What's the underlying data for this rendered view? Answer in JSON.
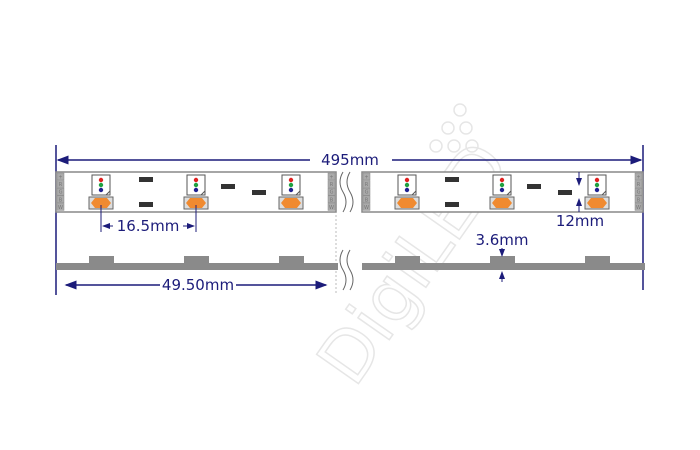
{
  "dimensions": {
    "total_length": "495mm",
    "led_pitch": "16.5mm",
    "strip_width": "12mm",
    "thickness": "3.6mm",
    "segment_length": "49.50mm"
  },
  "pad_labels": [
    "+",
    "R",
    "G",
    "B",
    "W"
  ],
  "watermark": "DigiLED",
  "colors": {
    "dimension_line": "#1c1c7a",
    "led_red": "#e02020",
    "led_green": "#20a040",
    "led_blue": "#202090",
    "resistor_orange": "#f08a30",
    "strip_gray": "#8a8a8a"
  }
}
